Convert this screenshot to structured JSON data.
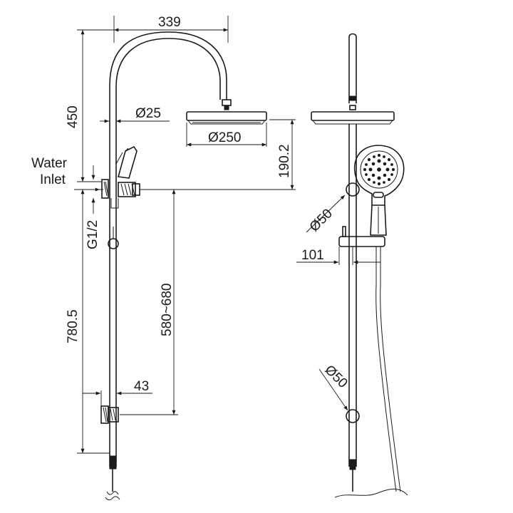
{
  "drawing": {
    "side_view": {
      "dim_arm_reach": "339",
      "dim_arm_height": "450",
      "dim_pipe_dia": "Ø25",
      "dim_head_dia": "Ø250",
      "dim_head_to_inlet": "190.2",
      "label_inlet_line1": "Water",
      "label_inlet_line2": "Inlet",
      "dim_thread": "G1/2",
      "dim_inlet_range": "580~680",
      "dim_total_lower": "780.5",
      "dim_wall_offset": "43"
    },
    "front_view": {
      "dim_handset_dia": "Ø50",
      "dim_bracket_offset": "101",
      "dim_knob_dia": "Ø50"
    }
  }
}
